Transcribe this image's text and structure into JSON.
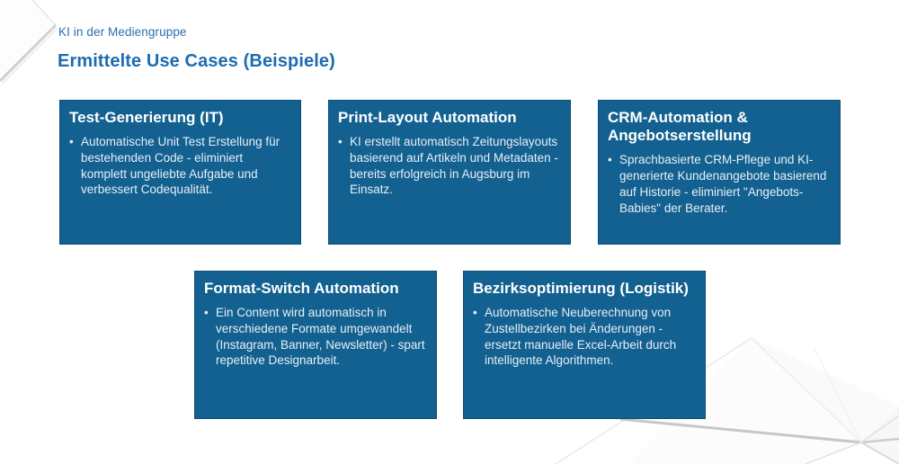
{
  "header": {
    "kicker": "KI in der Mediengruppe",
    "title": "Ermittelte Use Cases (Beispiele)"
  },
  "colors": {
    "card_background": "#136190",
    "card_border": "#0e4d74",
    "heading_blue": "#1e6cb0",
    "kicker_blue": "#2b6fae",
    "card_text": "#e7eff6"
  },
  "bullet_glyph": "•",
  "cards": [
    {
      "title": "Test-Generierung (IT)",
      "bullet": "Automatische Unit Test Erstellung für bestehenden Code - eliminiert komplett ungeliebte Aufgabe und verbessert Codequalität."
    },
    {
      "title": "Print-Layout Automation",
      "bullet": "KI erstellt automatisch Zeitungslayouts basierend auf Artikeln und Metadaten - bereits erfolgreich in Augsburg im Einsatz."
    },
    {
      "title": "CRM-Automation & Angebotserstellung",
      "bullet": "Sprachbasierte CRM-Pflege und KI-generierte Kundenangebote basierend auf Historie - eliminiert \"Angebots-Babies\" der Berater."
    },
    {
      "title": "Format-Switch Automation",
      "bullet": "Ein Content wird automatisch in verschiedene Formate umgewandelt (Instagram, Banner, Newsletter) - spart repetitive Designarbeit."
    },
    {
      "title": "Bezirksoptimierung (Logistik)",
      "bullet": "Automatische Neuberechnung von Zustellbezirken bei Änderungen - ersetzt manuelle Excel-Arbeit durch intelligente Algorithmen."
    }
  ]
}
